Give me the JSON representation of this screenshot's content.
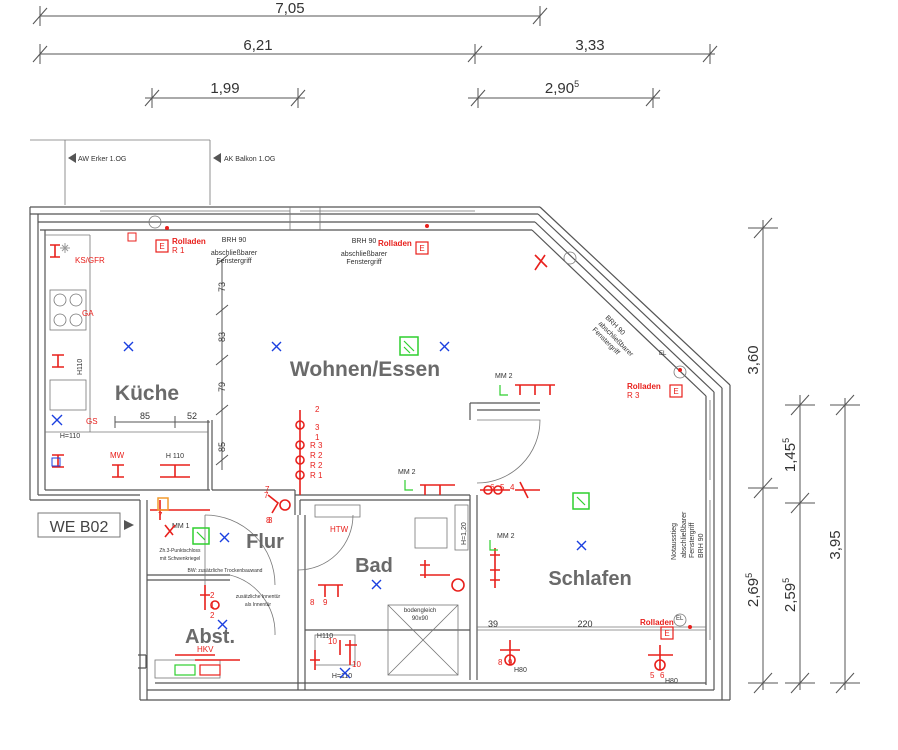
{
  "dimensions": {
    "top_total": "7,05",
    "top_left": "6,21",
    "top_right": "3,33",
    "mid_left": "1,99",
    "mid_right_base": "2,90",
    "mid_right_sup": "5",
    "right_a": "3,60",
    "right_b_base": "1,45",
    "right_b_sup": "5",
    "right_c": "3,95",
    "right_d_base": "2,69",
    "right_d_sup": "5",
    "right_e_base": "2,59",
    "right_e_sup": "5",
    "kitchen_v1": "73",
    "kitchen_v2": "83",
    "kitchen_v3": "79",
    "kitchen_v4": "85",
    "kitchen_h1": "85",
    "kitchen_h2": "52",
    "sleep_h1": "39",
    "sleep_h2": "220"
  },
  "rooms": {
    "kitchen": "Küche",
    "living": "Wohnen/Essen",
    "hall": "Flur",
    "bath": "Bad",
    "bedroom": "Schlafen",
    "storage": "Abst."
  },
  "unit_label": "WE B02",
  "annotations": {
    "aw_erker": "AW Erker 1.OG",
    "ak_balkon": "AK Balkon 1.OG",
    "brh_a": "BRH 90",
    "lockable_a": "abschließbarer",
    "handle_a": "Fenstergriff",
    "brh_b": "BRH 90",
    "lockable_b": "abschließbarer",
    "handle_b": "Fenstergriff",
    "brh_c": "BRH 90",
    "lockable_c": "abschließbarer",
    "handle_c": "Fenstergriff",
    "emergency": "Notausstieg",
    "brh_d": "BRH 90",
    "lockable_d": "abschließbarer",
    "handle_d": "Fenstergriff",
    "h110_kitchen": "H110",
    "h110_kitchen_b": "H 110",
    "hx_kitchen": "H=110",
    "h110_bath": "H110",
    "h120": "H=1,20",
    "h110_bath_b": "H=110",
    "shower": "bodengleich",
    "shower_size": "90x90",
    "hall_note1": "Zh.3-Punktschloss",
    "hall_note2": "mit Schwenkriegel",
    "hall_note3": "BW: zusätzliche Trockenbauwand",
    "door_note1": "zusätzliche Innentür",
    "door_note2": "als Innentür",
    "rolladen_a": "Rolladen",
    "r1": "R 1",
    "rolladen_b": "Rolladen",
    "rolladen_c": "Rolladen",
    "r3": "R 3",
    "rolladen_d": "Rolladen",
    "ks_gfr": "KS/GFR",
    "ga": "GA",
    "gs": "GS",
    "mw": "MW",
    "mm1": "MM 1",
    "mm2_a": "MM 2",
    "mm2_b": "MM 2",
    "mm2_c": "MM 2",
    "htw": "HTW",
    "hkv": "HKV",
    "h80_a": "H80",
    "h80_b": "H80",
    "e": "E",
    "el_a": "EL",
    "el_b": "EL",
    "r_circuits": [
      "R 3",
      "R 2",
      "R 2",
      "R 1"
    ],
    "numbers": [
      "2",
      "3",
      "1",
      "3",
      "10",
      "10",
      "7",
      "8",
      "9",
      "7",
      "2",
      "1",
      "2",
      "6",
      "5",
      "4",
      "8",
      "9",
      "5",
      "6",
      "7",
      "8"
    ]
  },
  "colors": {
    "wall": "#555555",
    "room_label": "#6a6a6a",
    "electrical": "#e8201c",
    "light_outlet": "#1a3fe0",
    "sensor": "#2fcf2f",
    "heating": "#f29a2e"
  },
  "icons": [
    "rolladen-switch-icon",
    "light-outlet-icon",
    "sensor-icon",
    "socket-icon",
    "door-swing-icon",
    "stove-icon"
  ]
}
